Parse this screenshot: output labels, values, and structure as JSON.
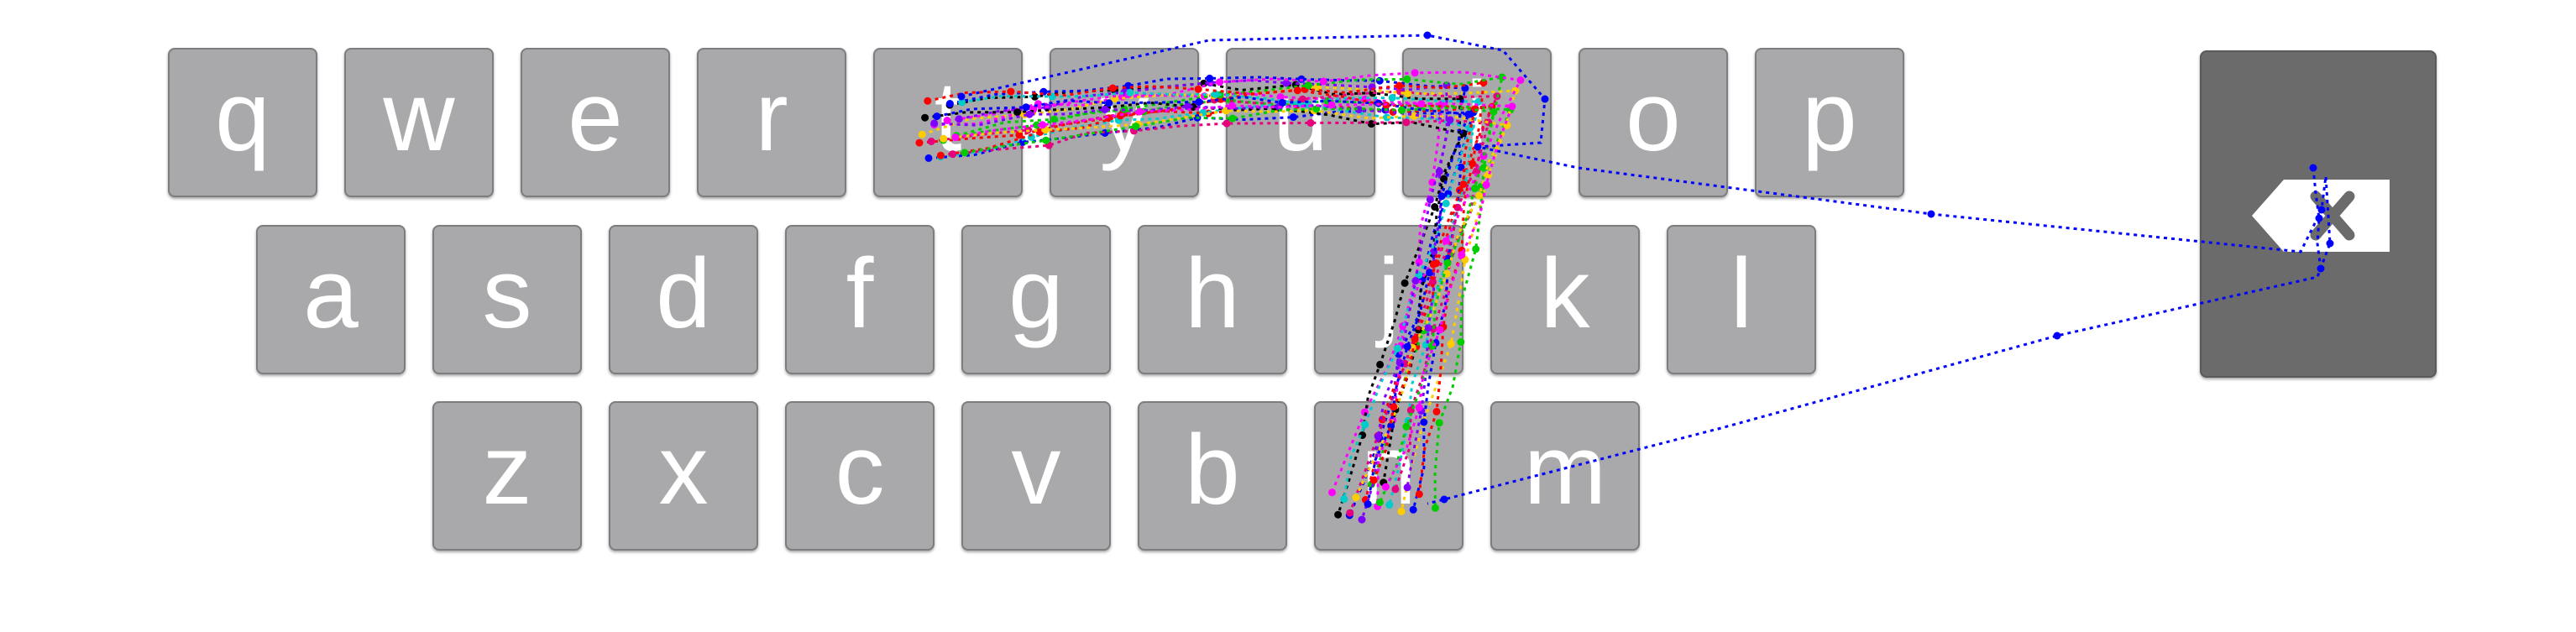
{
  "keyboard": {
    "rows": [
      [
        "q",
        "w",
        "e",
        "r",
        "t",
        "y",
        "u",
        "i",
        "o",
        "p"
      ],
      [
        "a",
        "s",
        "d",
        "f",
        "g",
        "h",
        "j",
        "k",
        "l"
      ],
      [
        "z",
        "x",
        "c",
        "v",
        "b",
        "n",
        "m"
      ]
    ],
    "key_color": "#a9a9ab",
    "key_text_color": "#ffffff",
    "backspace": {
      "icon": "backspace-icon",
      "color": "#6b6b6c"
    }
  },
  "gesture_traces": {
    "colors": [
      "#0000ff",
      "#ff0000",
      "#00cc00",
      "#ff00ff",
      "#000000",
      "#00cccc",
      "#e6007e",
      "#ffcc00",
      "#8000ff"
    ]
  }
}
